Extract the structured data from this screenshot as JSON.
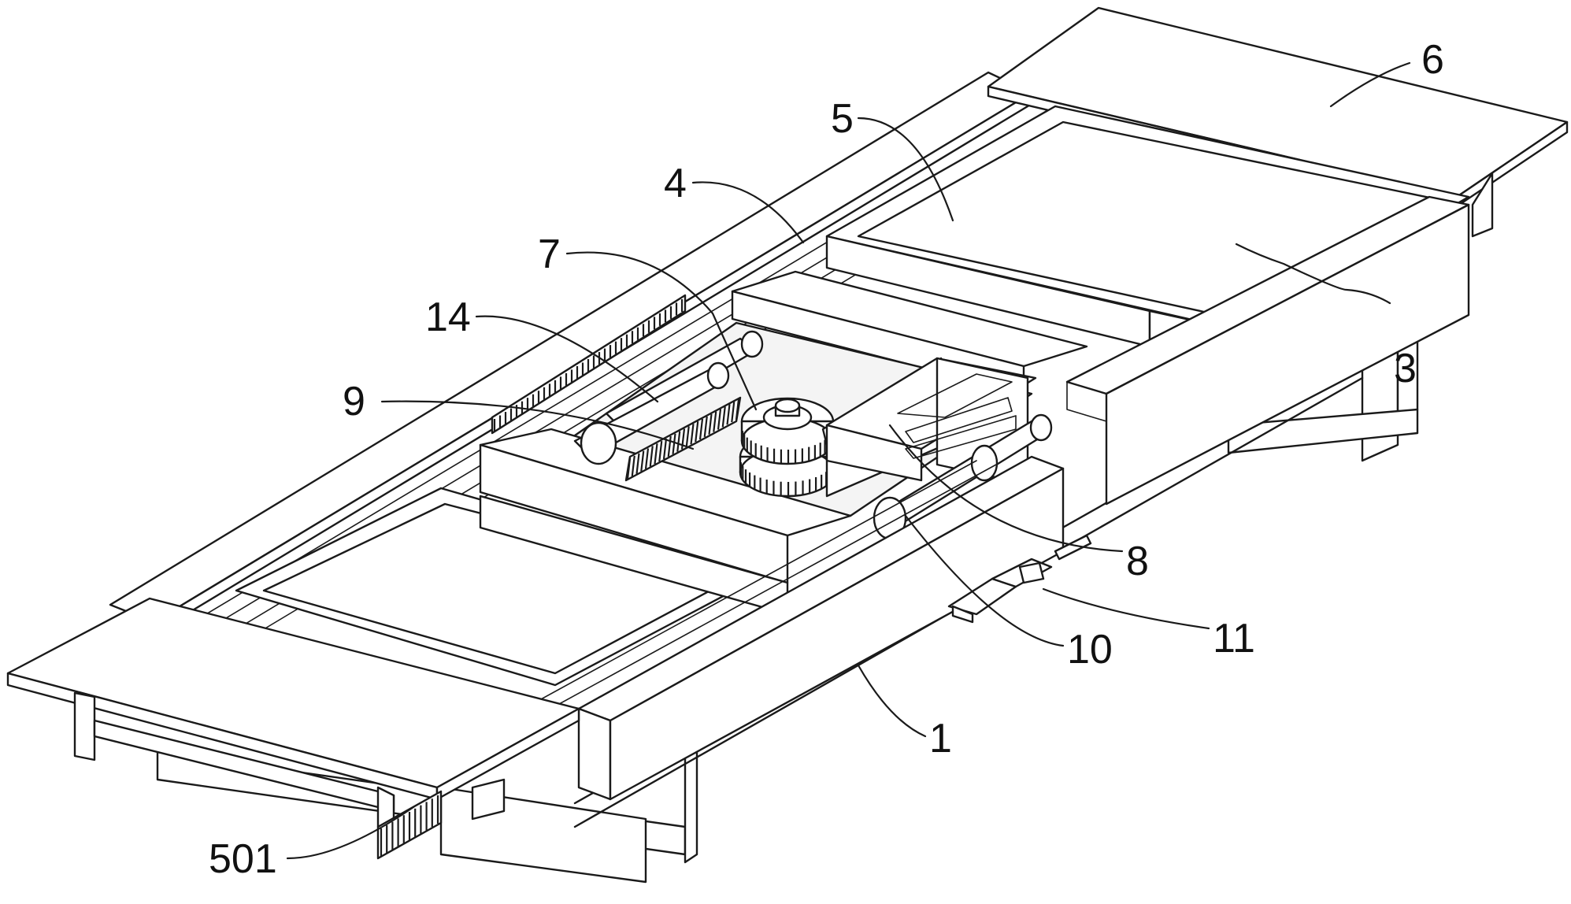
{
  "figure": {
    "labels": [
      {
        "key": "6",
        "text": "6"
      },
      {
        "key": "5",
        "text": "5"
      },
      {
        "key": "4",
        "text": "4"
      },
      {
        "key": "7",
        "text": "7"
      },
      {
        "key": "14",
        "text": "14"
      },
      {
        "key": "9",
        "text": "9"
      },
      {
        "key": "3",
        "text": "3"
      },
      {
        "key": "8",
        "text": "8"
      },
      {
        "key": "11",
        "text": "11"
      },
      {
        "key": "10",
        "text": "10"
      },
      {
        "key": "1",
        "text": "1"
      },
      {
        "key": "501",
        "text": "501"
      }
    ]
  }
}
